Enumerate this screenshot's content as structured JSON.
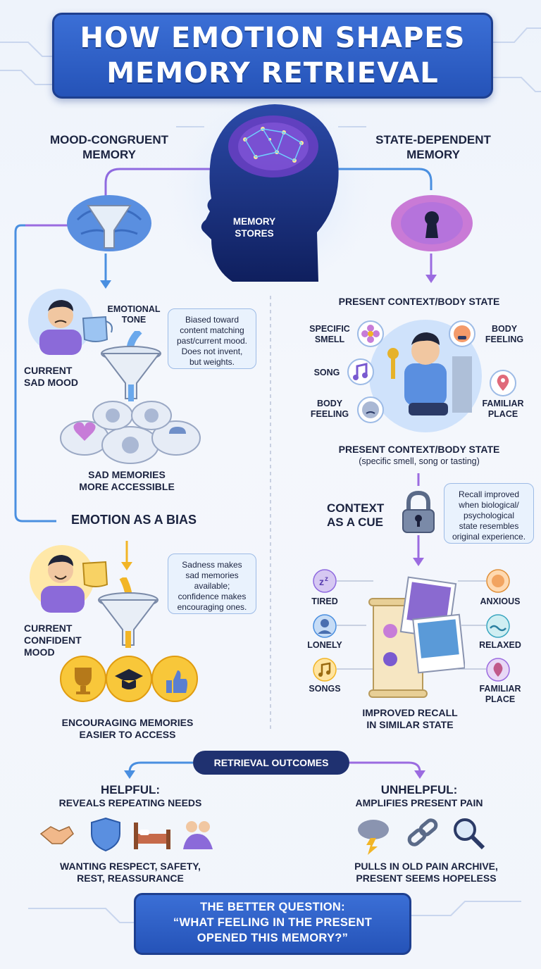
{
  "title": {
    "line1": "HOW EMOTION SHAPES",
    "line2": "MEMORY RETRIEVAL"
  },
  "brain_center": {
    "label_line1": "MEMORY",
    "label_line2": "STORES"
  },
  "left": {
    "heading_line1": "MOOD-CONGRUENT",
    "heading_line2": "MEMORY",
    "emotional_tone_line1": "EMOTIONAL",
    "emotional_tone_line2": "TONE",
    "current_sad_line1": "CURRENT",
    "current_sad_line2": "SAD MOOD",
    "note1_lines": [
      "Biased toward",
      "content matching",
      "past/current mood.",
      "Does not invent,",
      "but weights."
    ],
    "sad_memories_line1": "SAD MEMORIES",
    "sad_memories_line2": "MORE ACCESSIBLE",
    "bias_heading": "EMOTION AS A BIAS",
    "note2_lines": [
      "Sadness makes",
      "sad memories",
      "available;",
      "confidence makes",
      "encouraging ones."
    ],
    "current_conf_line1": "CURRENT",
    "current_conf_line2": "CONFIDENT",
    "current_conf_line3": "MOOD",
    "encouraging_line1": "ENCOURAGING MEMORIES",
    "encouraging_line2": "EASIER TO ACCESS"
  },
  "right": {
    "heading_line1": "STATE-DEPENDENT",
    "heading_line2": "MEMORY",
    "context_heading": "PRESENT CONTEXT/BODY STATE",
    "cue_specific_smell_line1": "SPECIFIC",
    "cue_specific_smell_line2": "SMELL",
    "cue_song": "SONG",
    "cue_body_feeling_left_line1": "BODY",
    "cue_body_feeling_left_line2": "FEELING",
    "cue_body_feeling_right_line1": "BODY",
    "cue_body_feeling_right_line2": "FEELING",
    "cue_familiar_place_line1": "FAMILIAR",
    "cue_familiar_place_line2": "PLACE",
    "context_caption_line1": "PRESENT CONTEXT/BODY STATE",
    "context_caption_line2": "(specific smell, song or tasting)",
    "context_cue_line1": "CONTEXT",
    "context_cue_line2": "AS A CUE",
    "note3_lines": [
      "Recall improved",
      "when biological/",
      "psychological",
      "state resembles",
      "original experience."
    ],
    "state_tired": "TIRED",
    "state_lonely": "LONELY",
    "state_songs": "SONGS",
    "state_anxious": "ANXIOUS",
    "state_relaxed": "RELAXED",
    "state_familiar_line1": "FAMILIAR",
    "state_familiar_line2": "PLACE",
    "improved_line1": "IMPROVED RECALL",
    "improved_line2": "IN SIMILAR STATE"
  },
  "outcomes": {
    "pill": "RETRIEVAL OUTCOMES",
    "helpful_line1": "HELPFUL:",
    "helpful_line2": "REVEALS REPEATING NEEDS",
    "helpful_caption_line1": "WANTING RESPECT, SAFETY,",
    "helpful_caption_line2": "REST, REASSURANCE",
    "unhelpful_line1": "UNHELPFUL:",
    "unhelpful_line2": "AMPLIFIES PRESENT PAIN",
    "unhelpful_caption_line1": "PULLS IN OLD PAIN ARCHIVE,",
    "unhelpful_caption_line2": "PRESENT SEEMS HOPELESS"
  },
  "bottom": {
    "line1": "THE BETTER QUESTION:",
    "line2": "“WHAT FEELING IN THE PRESENT",
    "line3": "OPENED THIS MEMORY?”"
  },
  "icons": [
    "funnel-icon",
    "brain-icon",
    "keyhole-brain-icon",
    "sad-person-icon",
    "water-pitcher-icon",
    "sad-cloud-icon",
    "broken-heart-icon",
    "confident-person-icon",
    "trophy-icon",
    "graduation-cap-icon",
    "thumbs-up-icon",
    "flower-icon",
    "music-note-icon",
    "sad-face-icon",
    "distressed-face-icon",
    "location-pin-icon",
    "key-icon",
    "padlock-icon",
    "sleep-icon",
    "person-icon",
    "wave-icon",
    "scroll-icon",
    "photo-icon",
    "handshake-icon",
    "shield-icon",
    "bed-icon",
    "hug-icon",
    "storm-cloud-icon",
    "chain-icon",
    "magnifier-icon"
  ],
  "colors": {
    "title_blue": "#2f60c8",
    "accent_purple": "#9b6be0",
    "accent_blue": "#4a8fe0",
    "accent_gold": "#f2b526",
    "navy": "#1f3170"
  }
}
